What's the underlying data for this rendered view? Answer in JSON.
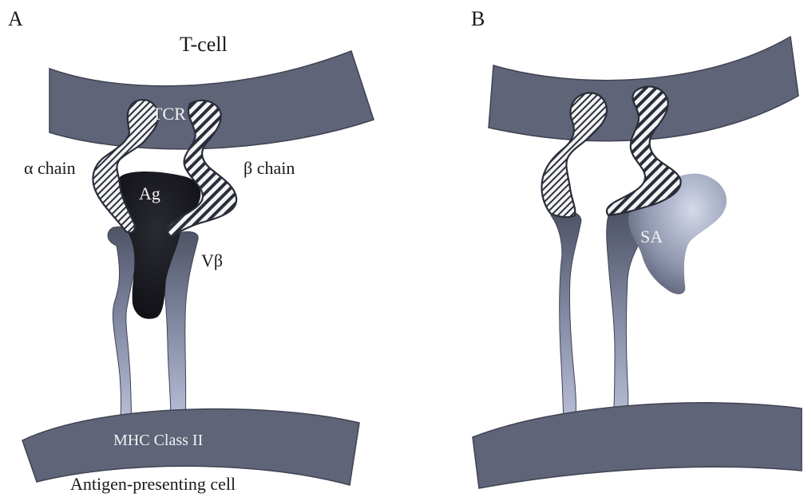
{
  "panel_a": {
    "letter": "A",
    "t_cell": "T-cell",
    "tcr": "TCR",
    "alpha_chain": "α chain",
    "beta_chain": "β chain",
    "antigen": "Ag",
    "v_beta": "Vβ",
    "mhc": "MHC Class II",
    "apc": "Antigen-presenting cell"
  },
  "panel_b": {
    "letter": "B",
    "superantigen": "SA"
  },
  "colors": {
    "membrane": "#5f6478",
    "mhc_gradient_top": "#4e5366",
    "mhc_gradient_bottom": "#b9c0d8",
    "antigen": "#16161c",
    "superantigen_light": "#cbd1e4",
    "superantigen_dark": "#5d6378"
  }
}
